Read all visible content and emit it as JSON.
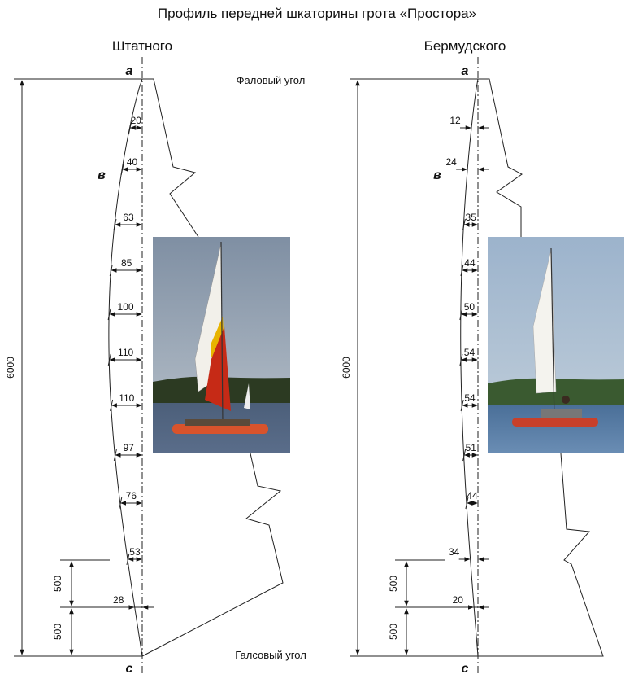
{
  "title": "Профиль передней шкаторины грота «Простора»",
  "corners": {
    "head": "Фаловый  угол",
    "tack": "Галсовый угол"
  },
  "points": {
    "a": "а",
    "v": "в",
    "c": "с"
  },
  "panels": [
    {
      "heading": "Штатного",
      "height_label": "6000",
      "lower_segments": [
        "500",
        "500"
      ],
      "offsets": [
        "20",
        "40",
        "63",
        "85",
        "100",
        "110",
        "110",
        "97",
        "76",
        "53",
        "28"
      ],
      "photo": {
        "sail_main": "#f2f0ea",
        "sail_stripe_1": "#e8b400",
        "sail_stripe_2": "#c62a16",
        "hull": "#d8532c"
      }
    },
    {
      "heading": "Бермудского",
      "height_label": "6000",
      "lower_segments": [
        "500",
        "500"
      ],
      "offsets": [
        "12",
        "24",
        "35",
        "44",
        "50",
        "54",
        "54",
        "51",
        "44",
        "34",
        "20"
      ],
      "photo": {
        "sail_main": "#f4f3ee",
        "hull": "#c8402a"
      }
    }
  ]
}
